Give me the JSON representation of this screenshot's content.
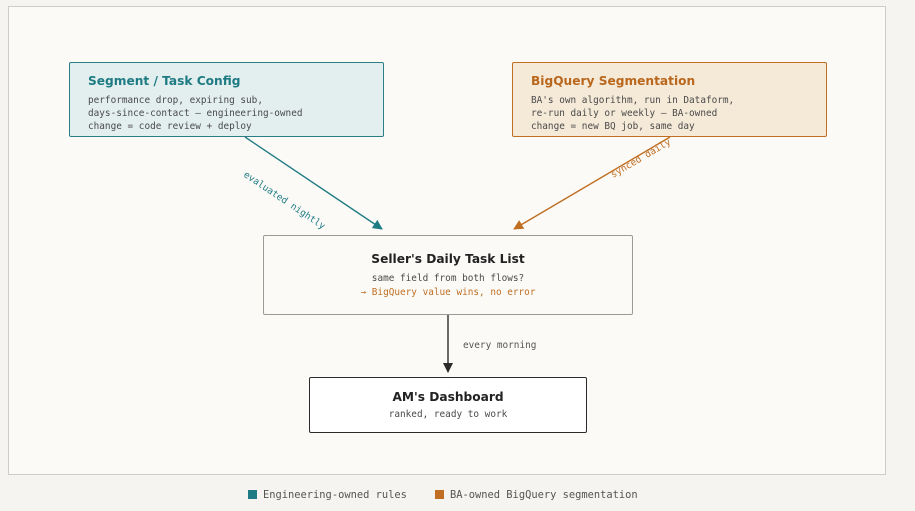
{
  "colors": {
    "engineering": "#1f7b83",
    "ba": "#bf6e22",
    "neutral": "#2b2b2b"
  },
  "nodes": {
    "engineering_rules": {
      "title": "Segment / Task Config",
      "lines": [
        "performance drop, expiring sub,",
        "days-since-contact — engineering-owned",
        "change = code review + deploy"
      ]
    },
    "ba_segmentation": {
      "title": "BigQuery Segmentation",
      "lines": [
        "BA's own algorithm, run in Dataform,",
        "re-run daily or weekly — BA-owned",
        "change = new BQ job, same day"
      ]
    },
    "task_list": {
      "title": "Seller's Daily Task List",
      "line1": "same field from both flows?",
      "line2": "→ BigQuery value wins, no error"
    },
    "dashboard": {
      "title": "AM's Dashboard",
      "line1": "ranked, ready to work"
    }
  },
  "edges": {
    "eng_to_tasks": "evaluated nightly",
    "ba_to_tasks": "synced daily",
    "tasks_to_dashboard": "every morning"
  },
  "legend": {
    "engineering": "Engineering-owned rules",
    "ba": "BA-owned BigQuery segmentation"
  }
}
